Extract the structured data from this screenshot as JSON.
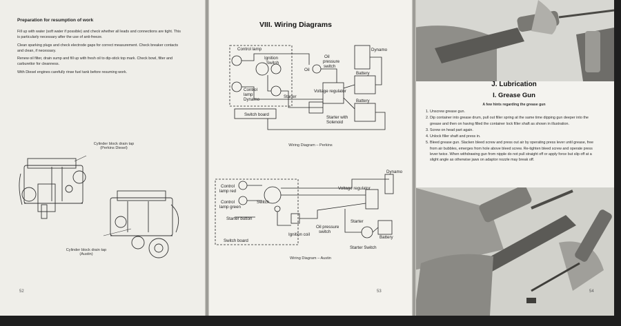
{
  "left": {
    "heading": "Preparation for resumption of work",
    "paragraphs": [
      "Fill up with water (soft water if possible) and check whether all leads and connections are tight. This is particularly necessary after the use of anti-freeze.",
      "Clean sparking plugs and check electrode gaps for correct measurement. Check breaker contacts and clean, if necessary.",
      "Renew oil filter, drain sump and fill up with fresh oil to dip-stick top mark. Check bowl, filter and carburettor for cleanness.",
      "With Diesel engines carefully rinse fuel tank before resuming work."
    ],
    "caption1": [
      "Cylinder block drain tap",
      "(Perkins Diesel)"
    ],
    "caption2": [
      "Cylinder block drain tap",
      "(Austin)"
    ],
    "page_number": "52"
  },
  "middle": {
    "title": "VIII. Wiring Diagrams",
    "perkins": {
      "labels": {
        "control_lamp": "Control lamp",
        "ignition_switch": [
          "Ignition",
          "Switch"
        ],
        "oil": "Oil",
        "oil_pressure_switch": [
          "Oil",
          "pressure",
          "switch"
        ],
        "dynamo": "Dynamo",
        "control_lamp_dynamo": [
          "Control",
          "lamp",
          "Dynamo"
        ],
        "voltage_regulator": "Voltage regulator",
        "battery": "Battery",
        "starter": "Starter",
        "starter_solenoid": [
          "Starter with",
          "Solenoid"
        ],
        "switch_board": "Switch board"
      },
      "caption": "Wiring Diagram – Perkins"
    },
    "austin": {
      "labels": {
        "dynamo": "Dynamo",
        "control_lamp_red": [
          "Control",
          "lamp red"
        ],
        "control_lamp_green": [
          "Control",
          "lamp green"
        ],
        "switch": "Switch",
        "voltage_regulator": "Voltage regulator",
        "starter_button": "Starter button",
        "oil_pressure_switch": [
          "Oil pressure",
          "switch"
        ],
        "ignition_coil": "Ignition coil",
        "starter": "Starter",
        "battery": "Battery",
        "starter_switch": "Starter Switch",
        "switch_board": "Switch board"
      },
      "caption": "Wiring Diagram – Austin"
    },
    "page_number": "53"
  },
  "right": {
    "section": "J. Lubrication",
    "subsection": "I. Grease Gun",
    "hint": "A few hints regarding the grease gun",
    "steps": [
      "Unscrew grease gun.",
      "Dip container into grease drum, pull out filler spring at the same time dipping gun deeper into the grease and then on having filled the container lock filler shaft as shown in illustration.",
      "Screw on head part again.",
      "Unlock filler shaft and press in.",
      "Bleed grease gun. Slacken bleed screw and press out air by operating press lever until grease, free from air bubbles, emerges from hole above bleed screw. Re-tighten bleed screw and operate press lever twice. When withdrawing gun from nipple do not pull straight off or apply force but slip off at a slight angle as otherwise jaws on adaptor nozzle may break off."
    ],
    "page_number": "54"
  }
}
